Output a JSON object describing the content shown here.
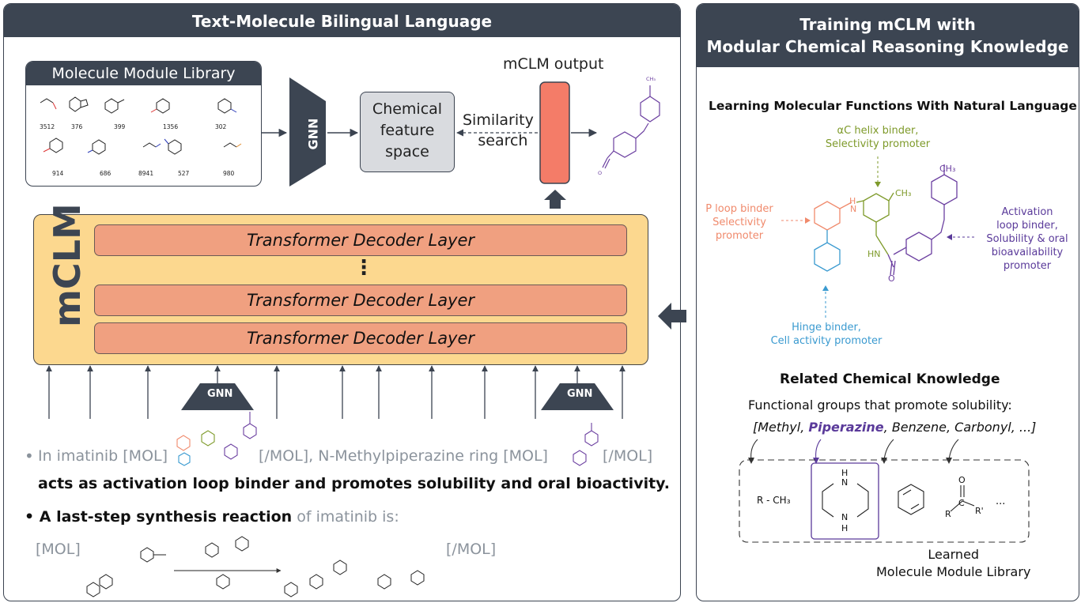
{
  "left_panel": {
    "title": "Text-Molecule Bilingual Language",
    "library": {
      "title": "Molecule Module Library",
      "ids": [
        "3512",
        "376",
        "399",
        "1356",
        "302",
        "914",
        "686",
        "8941",
        "527",
        "980"
      ]
    },
    "gnn_top": "GNN",
    "feature_space": [
      "Chemical",
      "feature",
      "space"
    ],
    "similarity_search": [
      "Similarity",
      "search"
    ],
    "mclm_output": "mCLM output",
    "mclm_title": "mCLM",
    "decoder_layers": [
      "Transformer Decoder Layer",
      "Transformer Decoder Layer",
      "Transformer Decoder Layer"
    ],
    "ellipsis": "⋮",
    "gnn_small_1": "GNN",
    "gnn_small_2": "GNN",
    "sentence1": {
      "part1": "In imatinib [MOL]",
      "part2": "[/MOL], N-Methylpiperazine ring [MOL]",
      "part3": "[/MOL]",
      "line2": "acts as activation loop binder and promotes solubility and oral bioactivity."
    },
    "sentence2": {
      "bold_part": "A last-step synthesis reaction",
      "grey_part": " of imatinib is:"
    },
    "reaction": {
      "open": "[MOL]",
      "close": "[/MOL]"
    }
  },
  "right_panel": {
    "title_line1": "Training mCLM with",
    "title_line2": "Modular Chemical Reasoning Knowledge",
    "learning_heading": "Learning Molecular Functions With Natural Language",
    "annotations": {
      "ac_helix": [
        "αC helix binder,",
        "Selectivity promoter"
      ],
      "p_loop": [
        "P loop binder",
        "Selectivity",
        "promoter"
      ],
      "activation": [
        "Activation",
        "loop binder,",
        "Solubility & oral",
        "bioavailability",
        "promoter"
      ],
      "hinge": [
        "Hinge binder,",
        "Cell activity promoter"
      ]
    },
    "atom_labels": {
      "ch3_top": "CH₃",
      "ch3_mid": "CH₃",
      "h": "H",
      "n": "N",
      "hn": "HN",
      "o": "O"
    },
    "related_heading": "Related Chemical Knowledge",
    "functional_groups_text": "Functional groups that promote solubility:",
    "groups_list": {
      "open": "[Methyl, ",
      "highlight": "Piperazine",
      "rest": ", Benzene, Carbonyl, ...]"
    },
    "methyl_label": "R - CH₃",
    "carbonyl": {
      "o": "O",
      "c": "C",
      "r": "R",
      "rp": "R'"
    },
    "piperazine": {
      "h": "H",
      "n": "N"
    },
    "more": "...",
    "learned_library": [
      "Learned",
      "Molecule Module Library"
    ]
  },
  "colors": {
    "dark": "#3c4552",
    "green": "#7e9a2a",
    "orange": "#f08a6c",
    "purple": "#5a3a9a",
    "blue": "#3a9ad0",
    "layer": "#f0a080",
    "mclm_bg": "#fcd88f",
    "output_bar": "#f47c68"
  }
}
